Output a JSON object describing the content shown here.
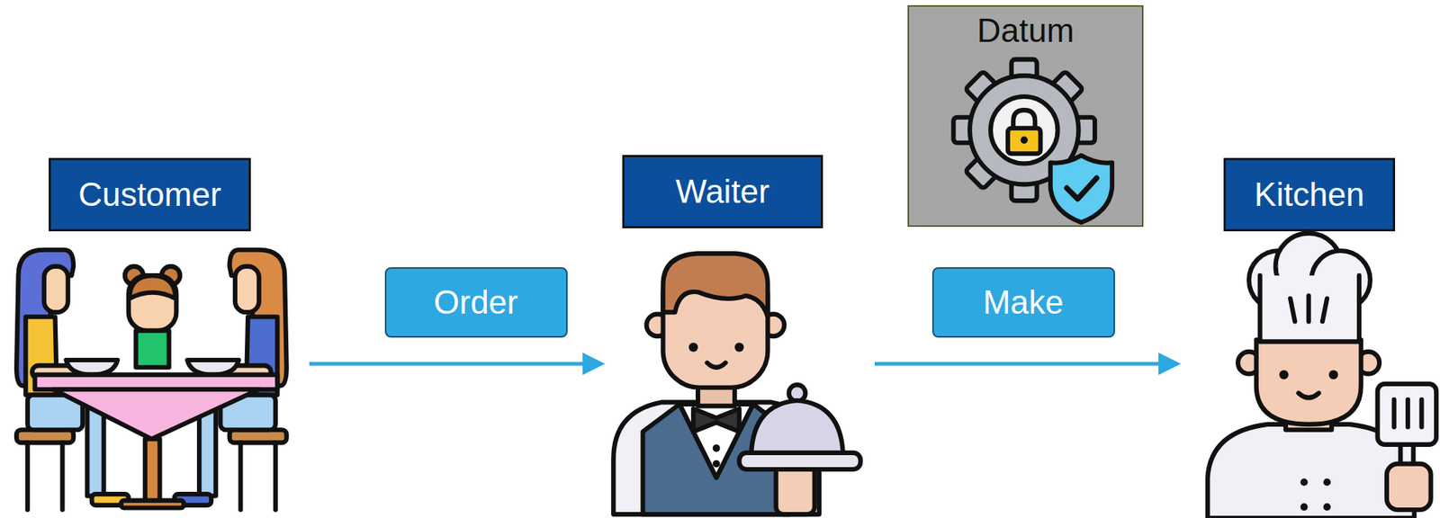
{
  "diagram": {
    "nodes": [
      {
        "text": [
          "Customer"
        ]
      },
      {
        "text": [
          "Waiter"
        ]
      },
      {
        "text": [
          "Datum"
        ]
      },
      {
        "text": [
          "Kitchen"
        ]
      }
    ],
    "edges": [
      {
        "from": 0,
        "to": 1,
        "label": "Order",
        "arrow": "to"
      },
      {
        "from": 1,
        "to": 3,
        "label": "Make",
        "arrow": "to"
      }
    ]
  }
}
